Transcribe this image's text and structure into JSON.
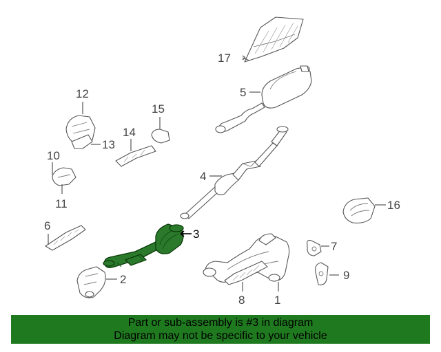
{
  "diagram": {
    "callouts": [
      "1",
      "2",
      "3",
      "4",
      "5",
      "6",
      "7",
      "8",
      "9",
      "10",
      "11",
      "12",
      "13",
      "14",
      "15",
      "16",
      "17"
    ],
    "highlighted_part": "3",
    "highlight_color": "#2b7a2b"
  },
  "banner": {
    "line1": "Part or sub-assembly is #3 in diagram",
    "line2": "Diagram may not be specific to your vehicle",
    "color": "#1f7a1f"
  }
}
